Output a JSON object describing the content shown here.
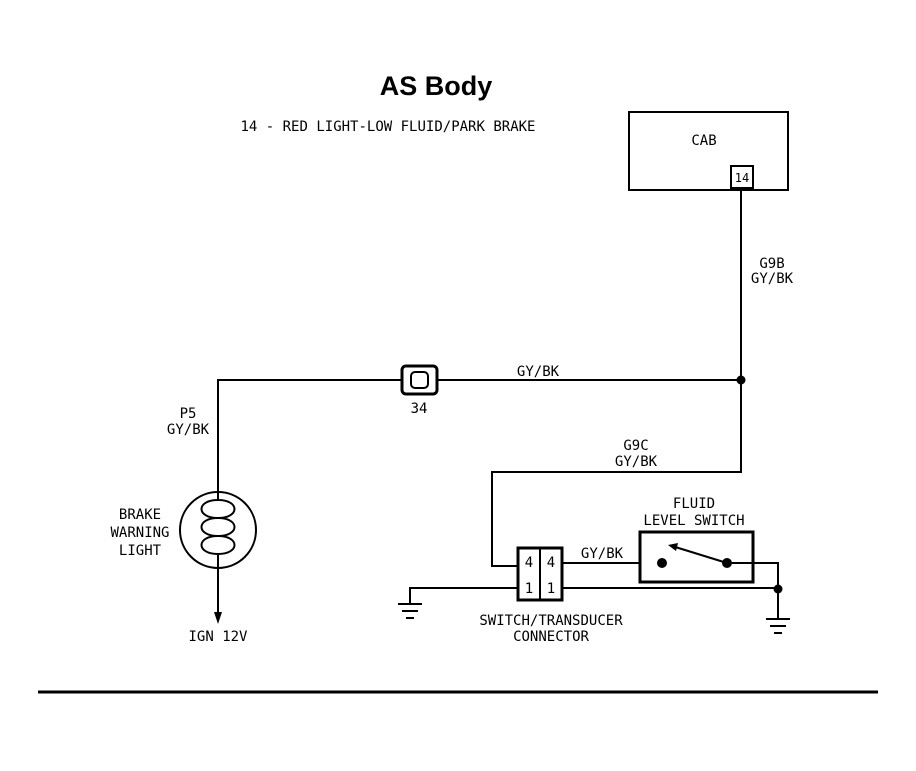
{
  "title": "AS Body",
  "subtitle": "14 - RED LIGHT-LOW FLUID/PARK BRAKE",
  "cab": {
    "label": "CAB",
    "pin": "14"
  },
  "wires": {
    "g9b": {
      "circuit": "G9B",
      "color": "GY/BK"
    },
    "g9c": {
      "circuit": "G9C",
      "color": "GY/BK"
    },
    "p5": {
      "circuit": "P5",
      "color": "GY/BK"
    },
    "main_horizontal": {
      "color": "GY/BK"
    },
    "switch_link": {
      "color": "GY/BK"
    }
  },
  "splice": {
    "label": "34"
  },
  "brake_light": {
    "line1": "BRAKE",
    "line2": "WARNING",
    "line3": "LIGHT"
  },
  "ignition": {
    "label": "IGN 12V"
  },
  "fluid_switch": {
    "line1": "FLUID",
    "line2": "LEVEL SWITCH"
  },
  "connector": {
    "pins_left": [
      "4",
      "1"
    ],
    "pins_right": [
      "4",
      "1"
    ],
    "line1": "SWITCH/TRANSDUCER",
    "line2": "CONNECTOR"
  }
}
